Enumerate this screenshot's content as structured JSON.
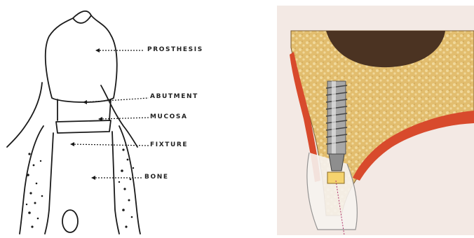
{
  "left": {
    "labels": {
      "prosthesis": "PROSTHESIS",
      "abutment": "ABUTMENT",
      "mucosa": "MUCOSA",
      "fixture": "FIXTURE",
      "bone": "BONE"
    }
  },
  "colors": {
    "ink": "#1a1a1a",
    "background_right": "#f3e9e4",
    "bone_yellow": "#e2bd6e",
    "bone_light": "#f0d89a",
    "gum_red": "#d84a2c",
    "sinus_brown": "#4b3322",
    "implant_grey": "#9a9a9a"
  }
}
